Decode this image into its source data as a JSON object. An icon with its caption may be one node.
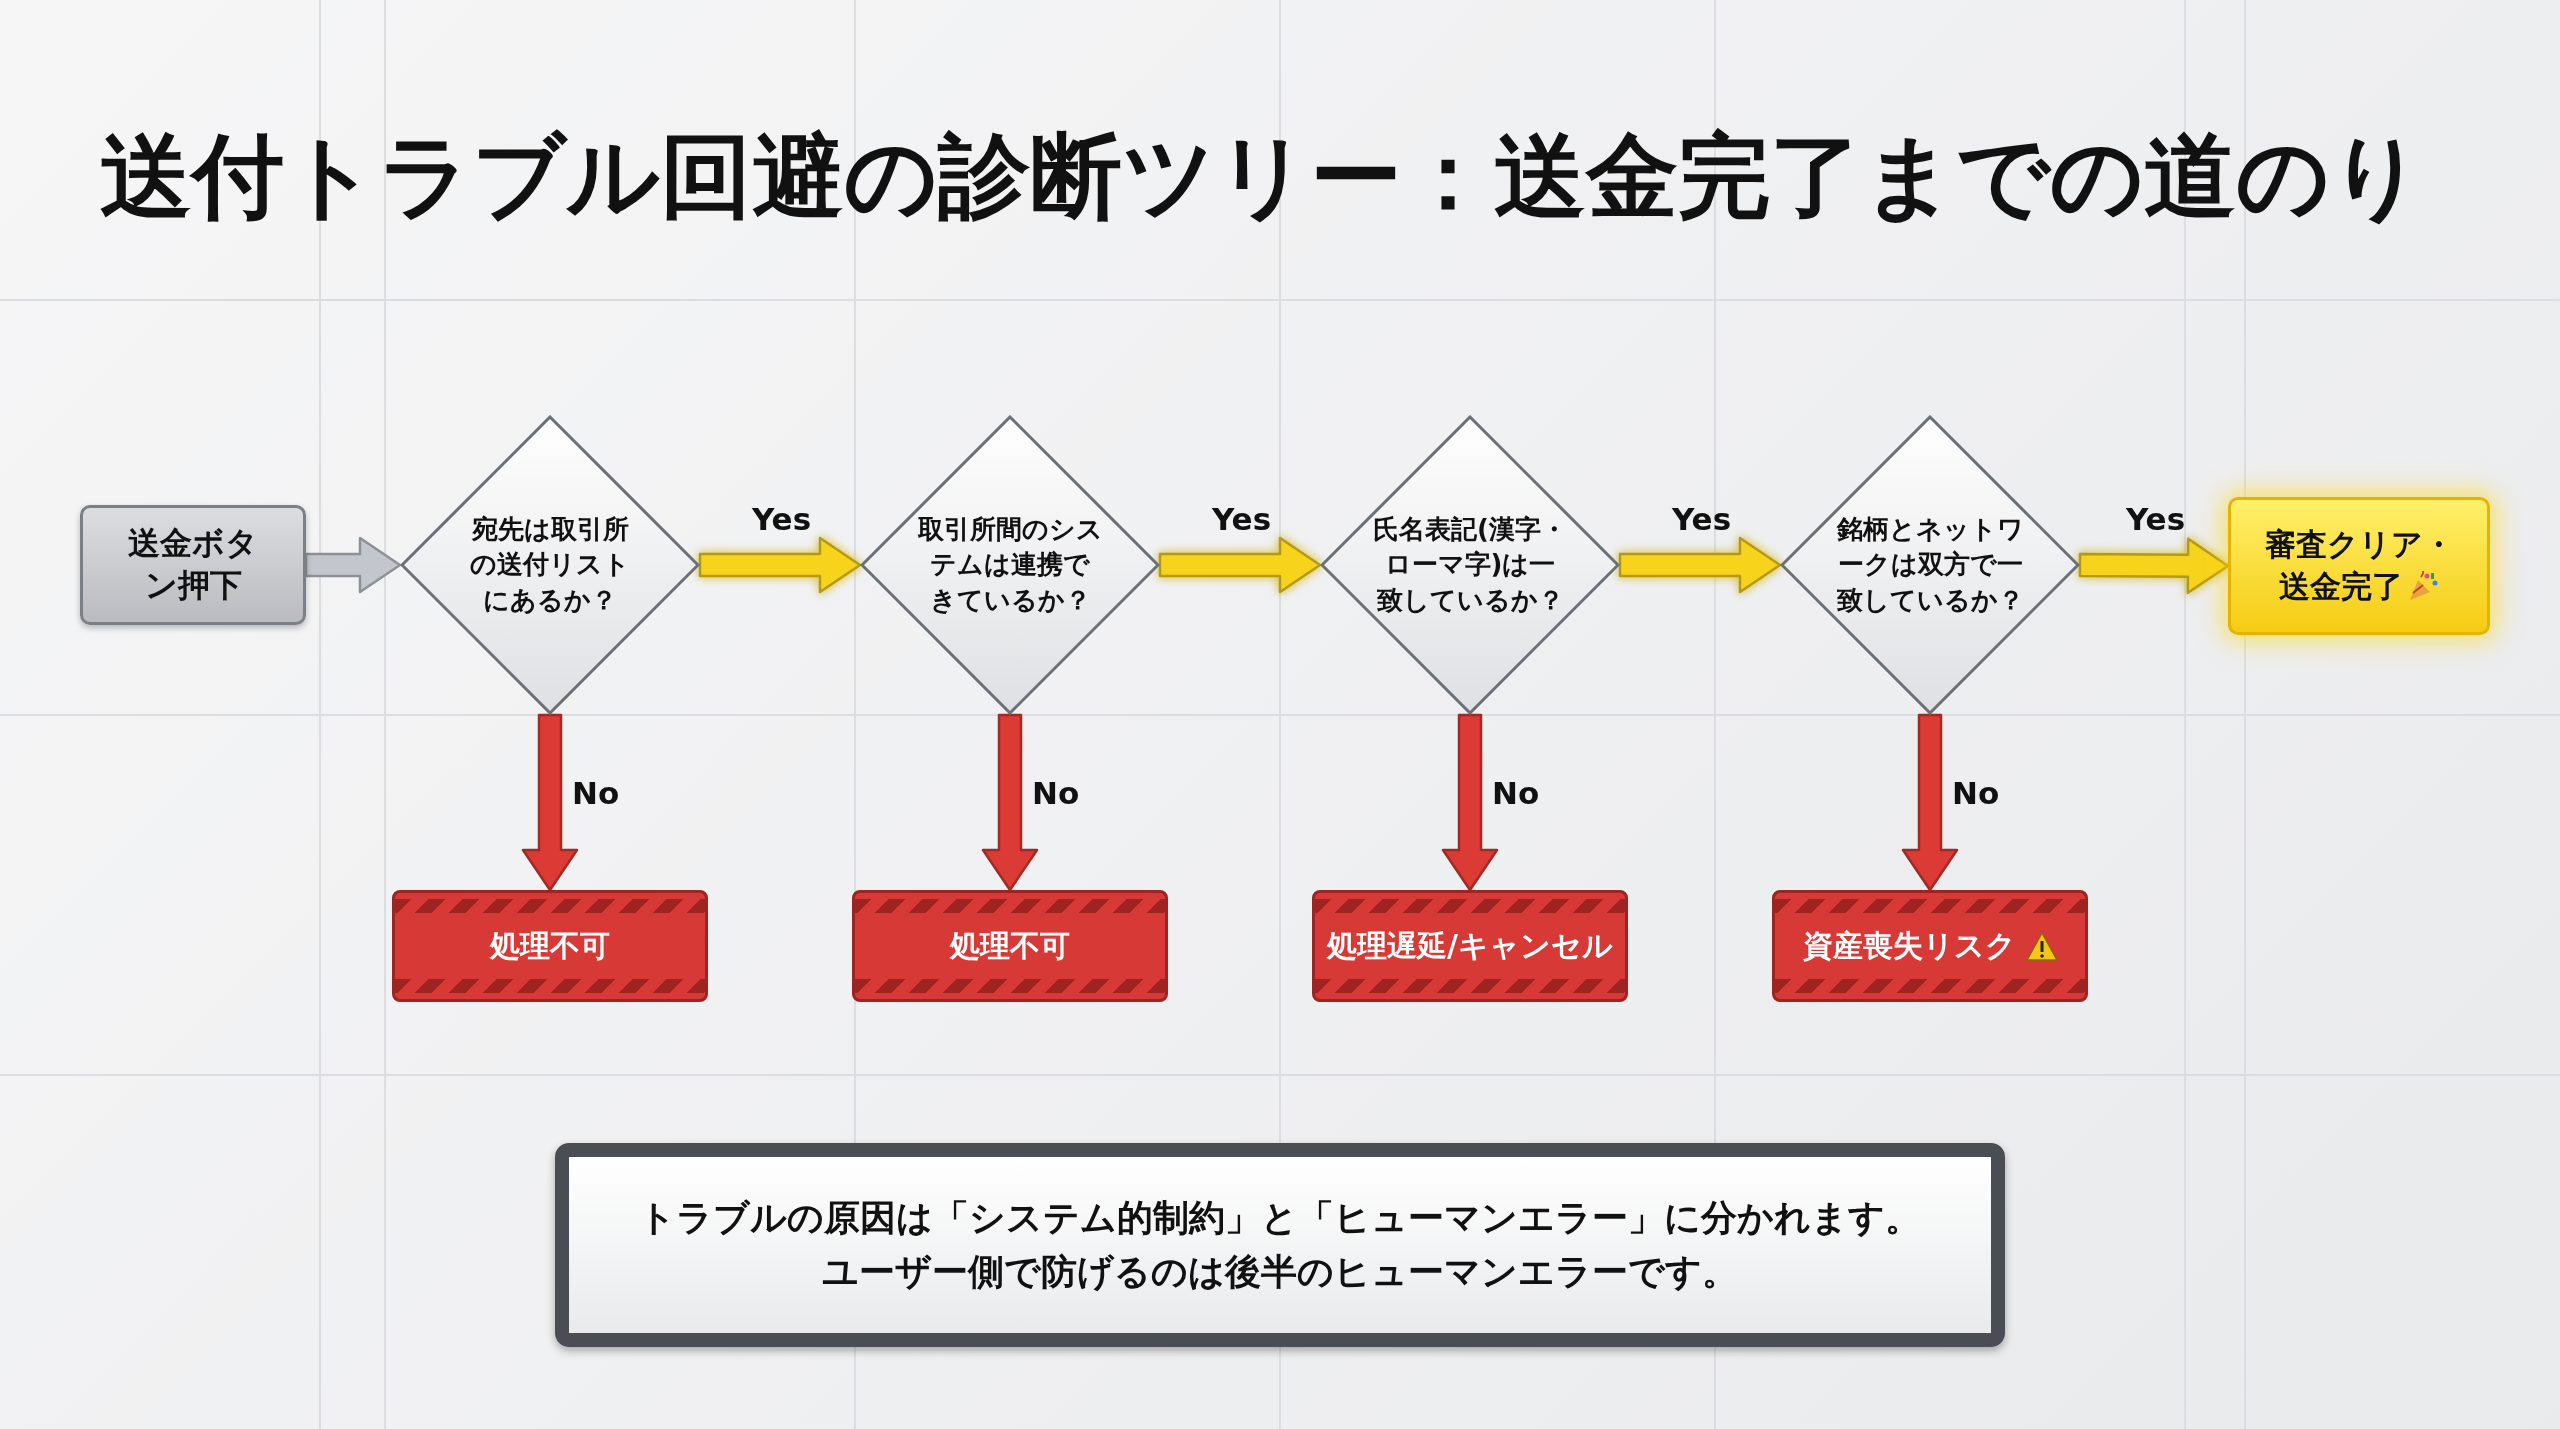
{
  "diagram": {
    "title": "送付トラブル回避の診断ツリー：送金完了までの道のり",
    "nodes": [
      {
        "text": [
          "送金ボタン押下"
        ]
      },
      {
        "text": [
          "宛先は取引所の送付リストにあるか？"
        ]
      },
      {
        "text": [
          "取引所間のシステムは連携できているか？"
        ]
      },
      {
        "text": [
          "氏名表記(漢字・ローマ字)は一致しているか？"
        ]
      },
      {
        "text": [
          "銘柄とネットワークは双方で一致しているか？"
        ]
      },
      {
        "text": [
          "審査クリア・送金完了"
        ]
      },
      {
        "text": [
          "処理不可"
        ]
      },
      {
        "text": [
          "処理不可"
        ]
      },
      {
        "text": [
          "処理遅延/キャンセル"
        ]
      },
      {
        "text": [
          "資産喪失リスク"
        ]
      },
      {
        "text": [
          "トラブルの原因は「システム的制約」と「ヒューマンエラー」に分かれます。",
          "ユーザー側で防げるのは後半のヒューマンエラーです。"
        ]
      }
    ],
    "edges": [
      {
        "from": 0,
        "to": 1,
        "arrow": "to",
        "color": "#c3c6cc"
      },
      {
        "from": 1,
        "to": 2,
        "arrow": "to",
        "label": "Yes",
        "color": "#f7d31f"
      },
      {
        "from": 2,
        "to": 3,
        "arrow": "to",
        "label": "Yes",
        "color": "#f7d31f"
      },
      {
        "from": 3,
        "to": 4,
        "arrow": "to",
        "label": "Yes",
        "color": "#f7d31f"
      },
      {
        "from": 4,
        "to": 5,
        "arrow": "to",
        "label": "Yes",
        "color": "#f7d31f"
      },
      {
        "from": 1,
        "to": 6,
        "arrow": "to",
        "label": "No",
        "color": "#dc3b35"
      },
      {
        "from": 2,
        "to": 7,
        "arrow": "to",
        "label": "No",
        "color": "#dc3b35"
      },
      {
        "from": 3,
        "to": 8,
        "arrow": "to",
        "label": "No",
        "color": "#dc3b35"
      },
      {
        "from": 4,
        "to": 9,
        "arrow": "to",
        "label": "No",
        "color": "#dc3b35"
      }
    ]
  }
}
